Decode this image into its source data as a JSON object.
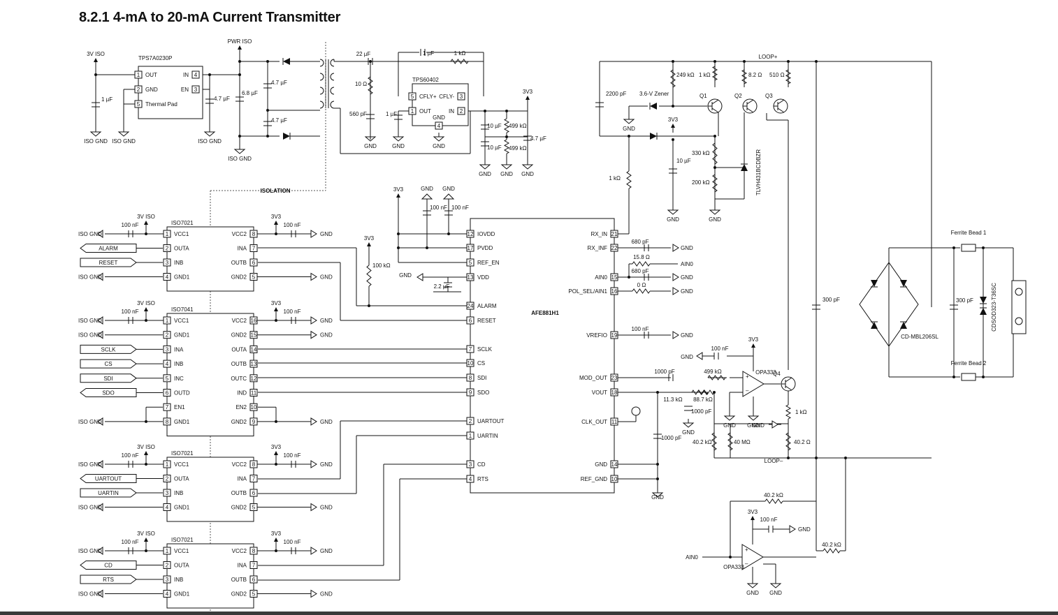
{
  "title": "8.2.1 4-mA to 20-mA Current Transmitter",
  "ldo": {
    "name": "TPS7A0230P",
    "in_net": "3V ISO",
    "pwr_net": "PWR ISO",
    "pins": {
      "p1": "1",
      "p1n": "OUT",
      "p2": "2",
      "p2n": "GND",
      "p5": "5",
      "p5n": "Thermal Pad",
      "p4": "4",
      "p4n": "IN",
      "p3": "3",
      "p3n": "EN"
    },
    "c1": "1 µF",
    "c2": "4.7 µF",
    "c3": "6.8 µF",
    "c4": "4.7 µF",
    "c5": "4.7 µF",
    "gnd": "ISO GND"
  },
  "charge_pump": {
    "name": "TPS60402",
    "c_top": "22 µF",
    "c_fly": "1 µF",
    "r_top": "1 kΩ",
    "r_10": "10 Ω",
    "c_560": "560 pF",
    "c_1u": "1 µF",
    "pins": {
      "p5": "5",
      "p5n": "CFLY+",
      "p3": "3",
      "p3n": "CFLY-",
      "p1": "1",
      "p1n": "OUT",
      "p2": "2",
      "p2n": "IN",
      "p4": "4",
      "pgnd": "GND"
    },
    "net_3v3": "3V3",
    "r1": "499 kΩ",
    "r2": "499 kΩ",
    "c10a": "10 µF",
    "c10b": "10 µF",
    "c47": "4.7 µF",
    "gnd": "GND"
  },
  "isolation_label": "ISOLATION",
  "iso1": {
    "name": "ISO7021",
    "left_pins": [
      {
        "n": "1",
        "l": "VCC1"
      },
      {
        "n": "2",
        "l": "OUTA"
      },
      {
        "n": "3",
        "l": "INB"
      },
      {
        "n": "4",
        "l": "GND1"
      }
    ],
    "right_pins": [
      {
        "n": "8",
        "l": "VCC2"
      },
      {
        "n": "7",
        "l": "INA"
      },
      {
        "n": "6",
        "l": "OUTB"
      },
      {
        "n": "5",
        "l": "GND2"
      }
    ],
    "sig1": "ALARM",
    "sig2": "RESET",
    "cap": "100 nF",
    "pwr_l": "3V ISO",
    "pwr_r": "3V3"
  },
  "iso2": {
    "name": "ISO7041",
    "left_pins": [
      {
        "n": "1",
        "l": "VCC1"
      },
      {
        "n": "2",
        "l": "GND1"
      },
      {
        "n": "3",
        "l": "INA"
      },
      {
        "n": "4",
        "l": "INB"
      },
      {
        "n": "5",
        "l": "INC"
      },
      {
        "n": "6",
        "l": "OUTD"
      },
      {
        "n": "7",
        "l": "EN1"
      },
      {
        "n": "8",
        "l": "GND1"
      }
    ],
    "right_pins": [
      {
        "n": "16",
        "l": "VCC2"
      },
      {
        "n": "15",
        "l": "GND2"
      },
      {
        "n": "14",
        "l": "OUTA"
      },
      {
        "n": "13",
        "l": "OUTB"
      },
      {
        "n": "12",
        "l": "OUTC"
      },
      {
        "n": "11",
        "l": "IND"
      },
      {
        "n": "10",
        "l": "EN2"
      },
      {
        "n": "9",
        "l": "GND2"
      }
    ],
    "sigs": [
      "SCLK",
      "CS",
      "SDI",
      "SDO"
    ],
    "cap": "100 nF",
    "pwr_l": "3V ISO",
    "pwr_r": "3V3"
  },
  "iso3": {
    "name": "ISO7021",
    "left_pins": [
      {
        "n": "1",
        "l": "VCC1"
      },
      {
        "n": "2",
        "l": "OUTA"
      },
      {
        "n": "3",
        "l": "INB"
      },
      {
        "n": "4",
        "l": "GND1"
      }
    ],
    "right_pins": [
      {
        "n": "8",
        "l": "VCC2"
      },
      {
        "n": "7",
        "l": "INA"
      },
      {
        "n": "6",
        "l": "OUTB"
      },
      {
        "n": "5",
        "l": "GND2"
      }
    ],
    "sig1": "UARTOUT",
    "sig2": "UARTIN",
    "cap": "100 nF",
    "pwr_l": "3V ISO",
    "pwr_r": "3V3"
  },
  "iso4": {
    "name": "ISO7021",
    "left_pins": [
      {
        "n": "1",
        "l": "VCC1"
      },
      {
        "n": "2",
        "l": "OUTA"
      },
      {
        "n": "3",
        "l": "INB"
      },
      {
        "n": "4",
        "l": "GND1"
      }
    ],
    "right_pins": [
      {
        "n": "8",
        "l": "VCC2"
      },
      {
        "n": "7",
        "l": "INA"
      },
      {
        "n": "6",
        "l": "OUTB"
      },
      {
        "n": "5",
        "l": "GND2"
      }
    ],
    "sig1": "CD",
    "sig2": "RTS",
    "cap": "100 nF",
    "pwr_l": "3V ISO",
    "pwr_r": "3V3"
  },
  "iso_gnd": "ISO GND",
  "gnd": "GND",
  "afe": {
    "name": "AFE881H1",
    "left_pins": [
      {
        "n": "12",
        "l": "IOVDD"
      },
      {
        "n": "17",
        "l": "PVDD"
      },
      {
        "n": "5",
        "l": "REF_EN"
      },
      {
        "n": "13",
        "l": "VDD"
      },
      {
        "n": "24",
        "l": "ALARM"
      },
      {
        "n": "6",
        "l": "RESET"
      },
      {
        "n": "7",
        "l": "SCLK"
      },
      {
        "n": "10",
        "l": "CS"
      },
      {
        "n": "8",
        "l": "SDI"
      },
      {
        "n": "9",
        "l": "SDO"
      },
      {
        "n": "2",
        "l": "UARTOUT"
      },
      {
        "n": "1",
        "l": "UARTIN"
      },
      {
        "n": "3",
        "l": "CD"
      },
      {
        "n": "4",
        "l": "RTS"
      }
    ],
    "right_pins": [
      {
        "n": "21",
        "l": "RX_IN"
      },
      {
        "n": "22",
        "l": "RX_INF"
      },
      {
        "n": "15",
        "l": "AIN0"
      },
      {
        "n": "16",
        "l": "POL_SEL/AIN1"
      },
      {
        "n": "19",
        "l": "VREFIO"
      },
      {
        "n": "23",
        "l": "MOD_OUT"
      },
      {
        "n": "18",
        "l": "VOUT"
      },
      {
        "n": "11",
        "l": "CLK_OUT"
      },
      {
        "n": "14",
        "l": "GND"
      },
      {
        "n": "10",
        "l": "REF_GND"
      }
    ],
    "c_io": "100 nF",
    "c_pv": "100 nF",
    "r_alarm": "100 kΩ",
    "c_vdd": "2.2 µF",
    "net_3v3": "3V3",
    "c_rxinf": "680 pF",
    "r_ain0": "15.8 Ω",
    "c_ain0": "680 pF",
    "r_pol": "0 Ω",
    "c_vref": "100 nF",
    "c_mod": "1000 pF",
    "c_gnd": "1000 pF",
    "ain0": "AIN0"
  },
  "loop": {
    "loop_plus": "LOOP+",
    "loop_minus": "LOOP–",
    "c2200": "2200 pF",
    "zener": "3.6-V Zener",
    "r249": "249 kΩ",
    "r1k_a": "1 kΩ",
    "r82": "8.2 Ω",
    "r510": "510 Ω",
    "q1": "Q1",
    "q2": "Q2",
    "q3": "Q3",
    "ref": "TLVH431BCDBZR",
    "r330": "330 kΩ",
    "r200": "200 kΩ",
    "c10u": "10 µF",
    "r1k_rx": "1 kΩ",
    "net_3v3": "3V3"
  },
  "opamp1": {
    "name": "OPA333",
    "r499": "499 kΩ",
    "r113": "11.3 kΩ",
    "r887": "88.7 kΩ",
    "c1000": "1000 pF",
    "c100n": "100 nF",
    "r402": "40.2 kΩ",
    "r40m": "40 MΩ",
    "r1k": "1 kΩ",
    "r402b": "40.2 Ω",
    "q4": "Q4"
  },
  "opamp2": {
    "name": "OPA333",
    "r402f": "40.2 kΩ",
    "c100n": "100 nF",
    "r402i": "40.2 kΩ",
    "ain0": "AIN0",
    "net_3v3": "3V3"
  },
  "protection": {
    "c300a": "300 pF",
    "bridge": "CD-MBL206SL",
    "c300b": "300 pF",
    "fb1": "Ferrite Bead 1",
    "fb2": "Ferrite Bead 2",
    "tvs": "CDSOD323-T36SC"
  }
}
